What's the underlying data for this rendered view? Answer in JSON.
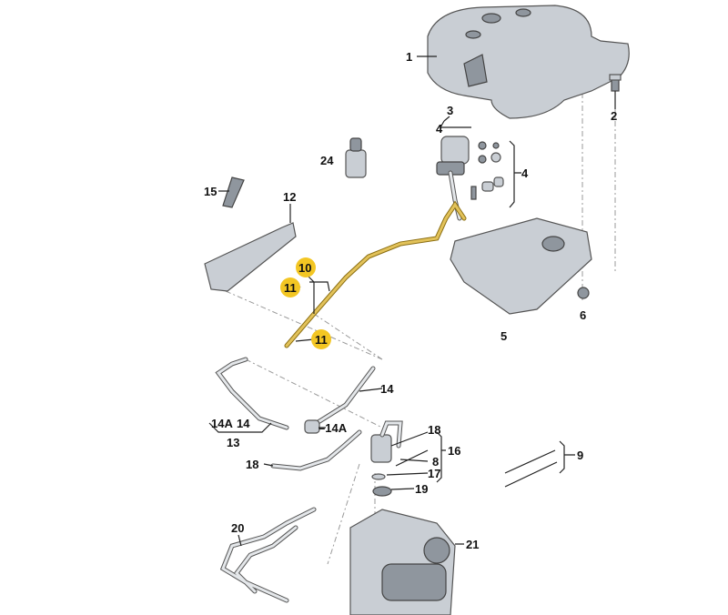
{
  "diagram": {
    "callouts": {
      "c1": "1",
      "c2": "2",
      "c3": "3",
      "c4a": "4",
      "c4b": "4",
      "c5": "5",
      "c6": "6",
      "c8": "8",
      "c9": "9",
      "c10": "10",
      "c11a": "11",
      "c11b": "11",
      "c12": "12",
      "c13": "13",
      "c14a": "14",
      "c14b": "14",
      "c14Aa": "14A",
      "c14Ab": "–14A",
      "c15": "15",
      "c16": "16",
      "c17": "17",
      "c18a": "18",
      "c18b": "18",
      "c19": "19",
      "c20": "20",
      "c21": "21",
      "c24": "24"
    },
    "highlight_color": "#f3c623"
  }
}
